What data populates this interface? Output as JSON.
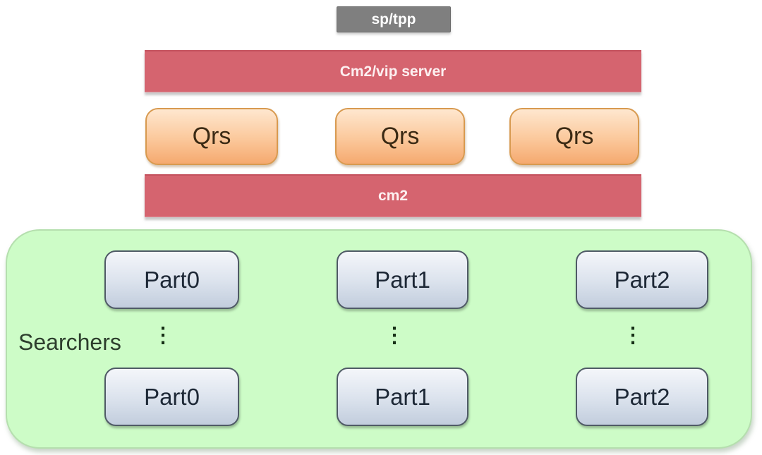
{
  "diagram": {
    "top_node": {
      "label": "sp/tpp"
    },
    "vip_bar": {
      "label": "Cm2/vip server"
    },
    "qrs_nodes": [
      {
        "label": "Qrs"
      },
      {
        "label": "Qrs"
      },
      {
        "label": "Qrs"
      }
    ],
    "cm2_bar": {
      "label": "cm2"
    },
    "searchers": {
      "label": "Searchers",
      "ellipsis": "⋮",
      "rows": [
        [
          "Part0",
          "Part1",
          "Part2"
        ],
        [
          "Part0",
          "Part1",
          "Part2"
        ]
      ]
    },
    "colors": {
      "gray_node": "#7f7f7f",
      "red_bar": "#d5646f",
      "orange_top": "#fee7cf",
      "orange_bottom": "#f5a96f",
      "green_bg": "#cdfcc7",
      "part_top": "#f4f6fa",
      "part_bottom": "#c2cddd"
    }
  }
}
